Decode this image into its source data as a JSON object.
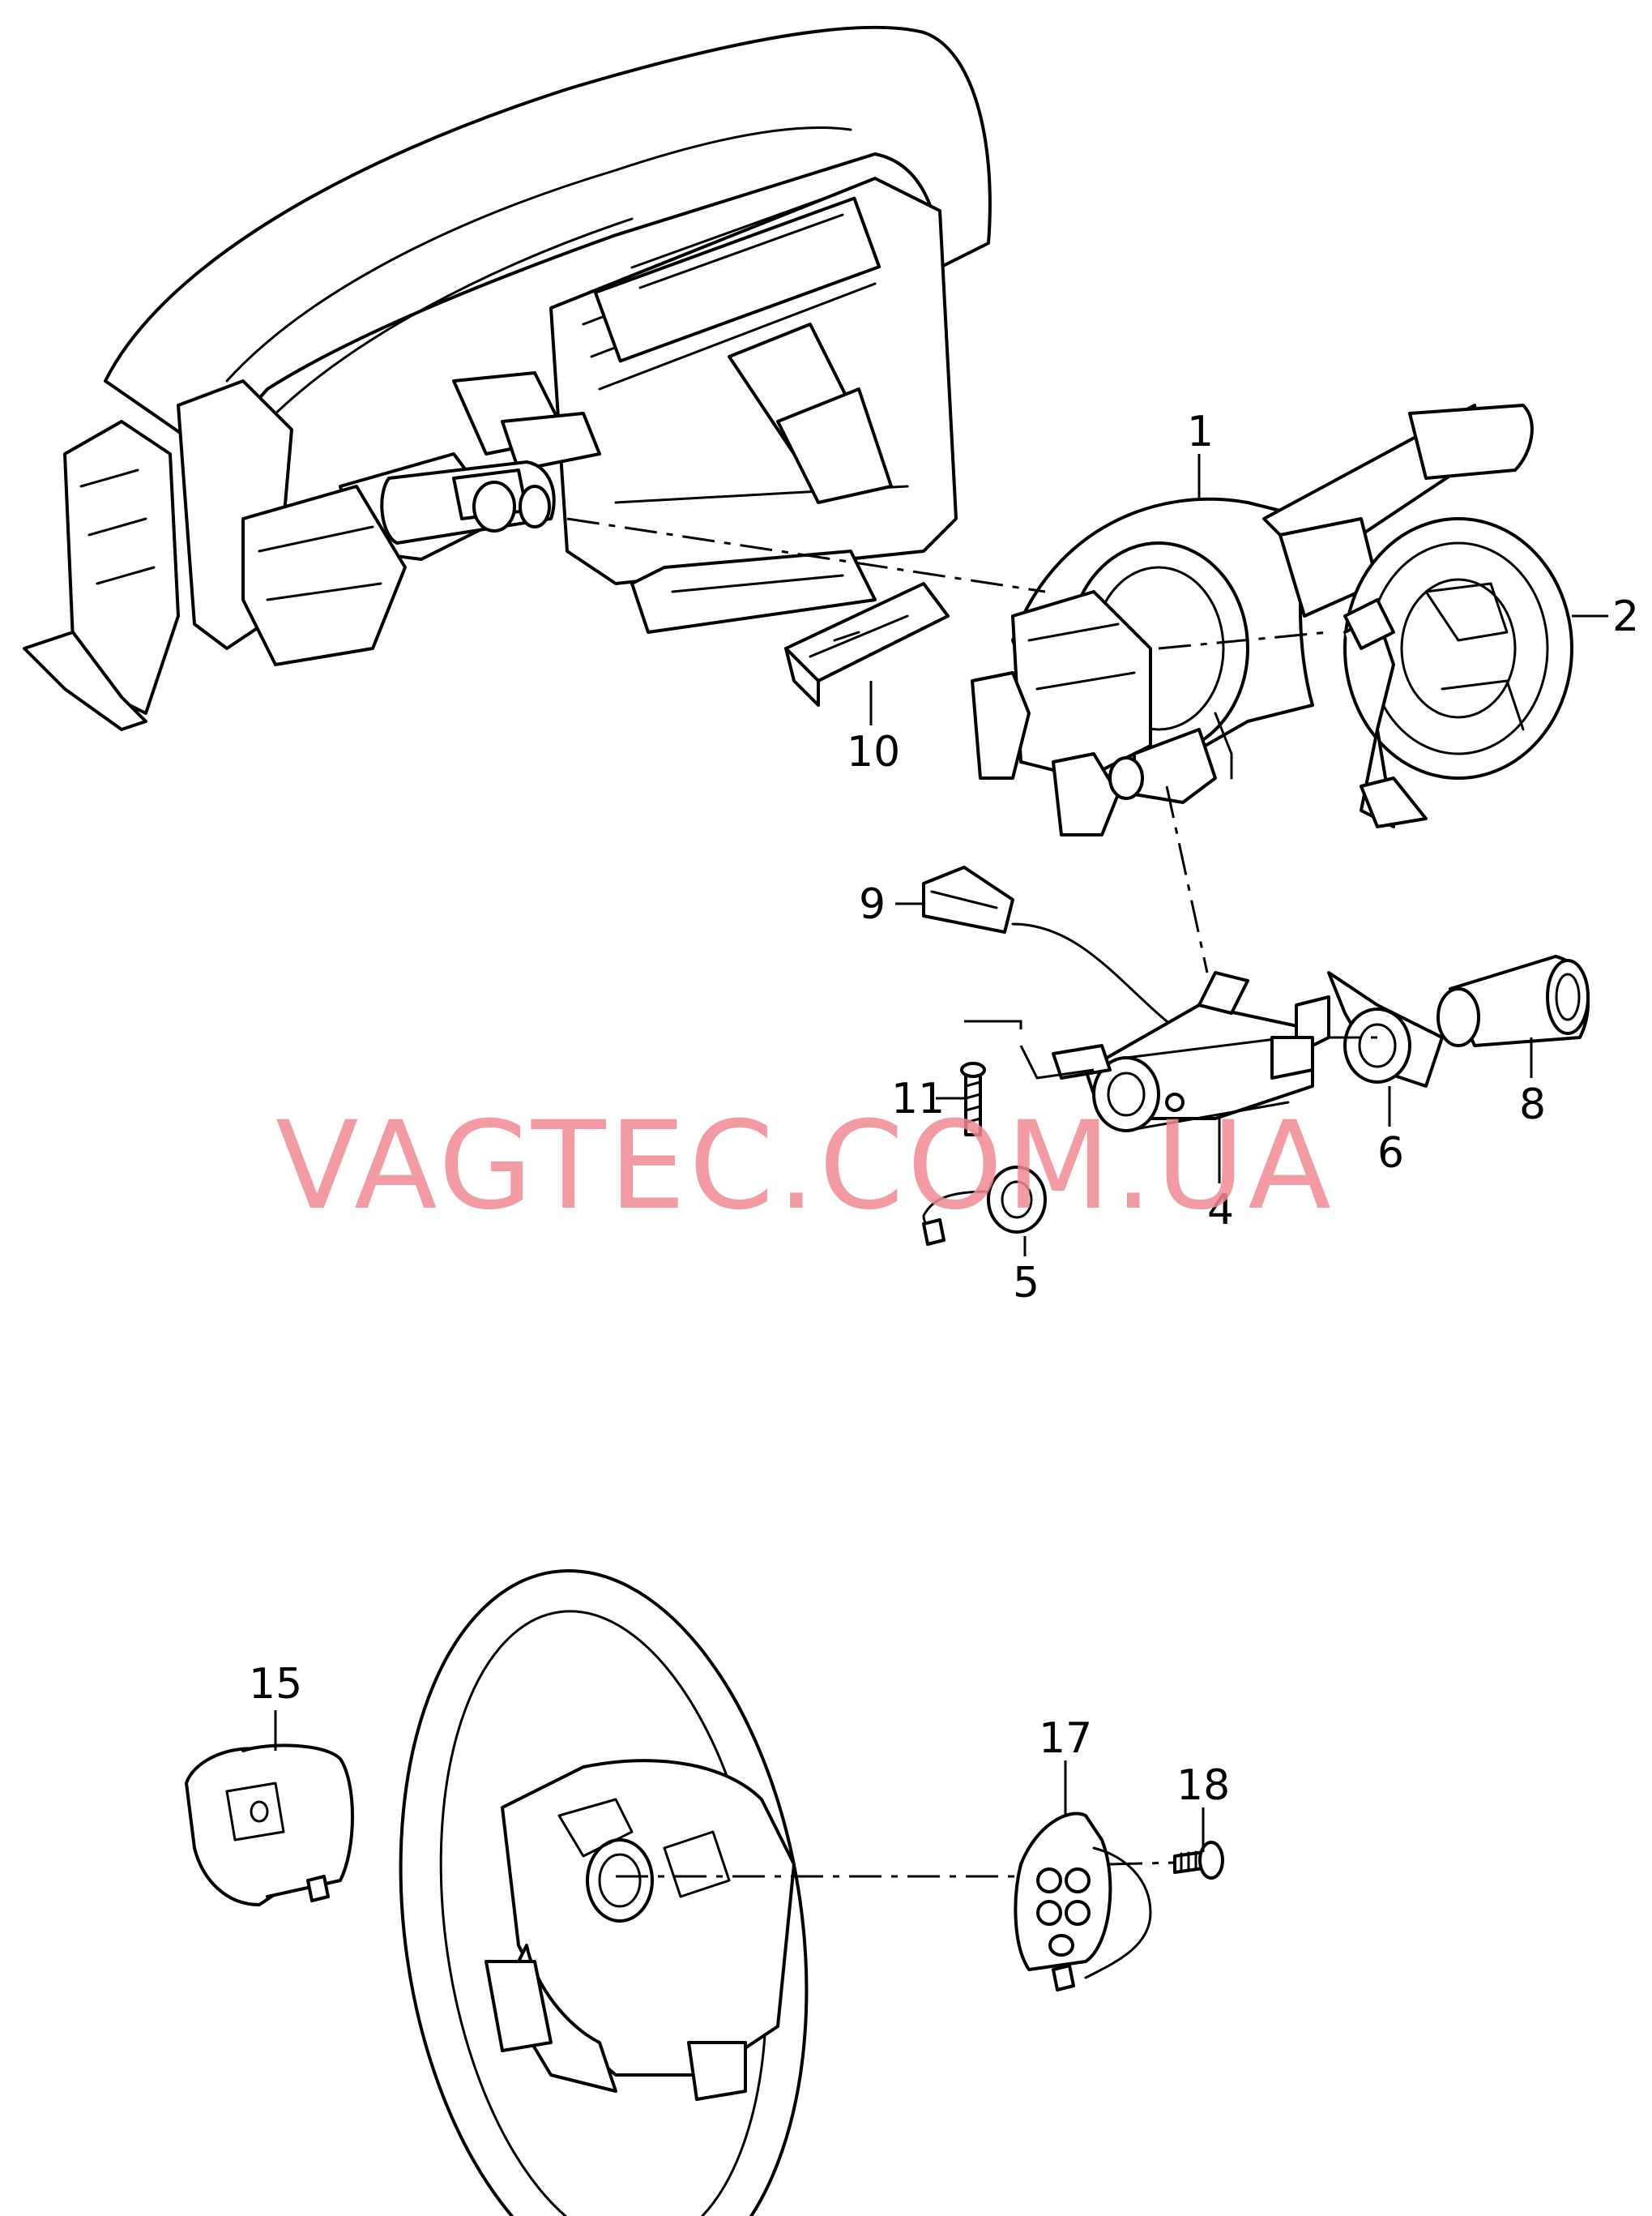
{
  "watermark": "VAGTEC.COM.UA",
  "callouts": {
    "c1": "1",
    "c2": "2",
    "c4": "4",
    "c5": "5",
    "c6": "6",
    "c8": "8",
    "c9": "9",
    "c10": "10",
    "c11": "11",
    "c15": "15",
    "c17": "17",
    "c18": "18"
  },
  "colors": {
    "line": "#000000",
    "background": "#ffffff",
    "watermark": "#f08a93"
  }
}
